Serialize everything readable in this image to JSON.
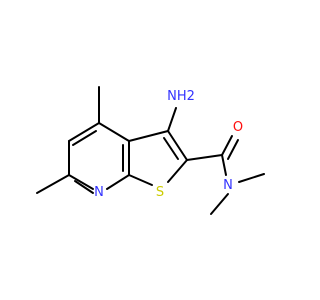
{
  "molecule": {
    "atoms": [
      {
        "id": "nh2",
        "label": "NH2",
        "color": "#3333ff"
      },
      {
        "id": "o",
        "label": "O",
        "color": "#ff0d0d"
      },
      {
        "id": "n_amide",
        "label": "N",
        "color": "#3333ff"
      },
      {
        "id": "n_ring",
        "label": "N",
        "color": "#3333ff"
      },
      {
        "id": "s",
        "label": "S",
        "color": "#cccc00"
      }
    ]
  }
}
